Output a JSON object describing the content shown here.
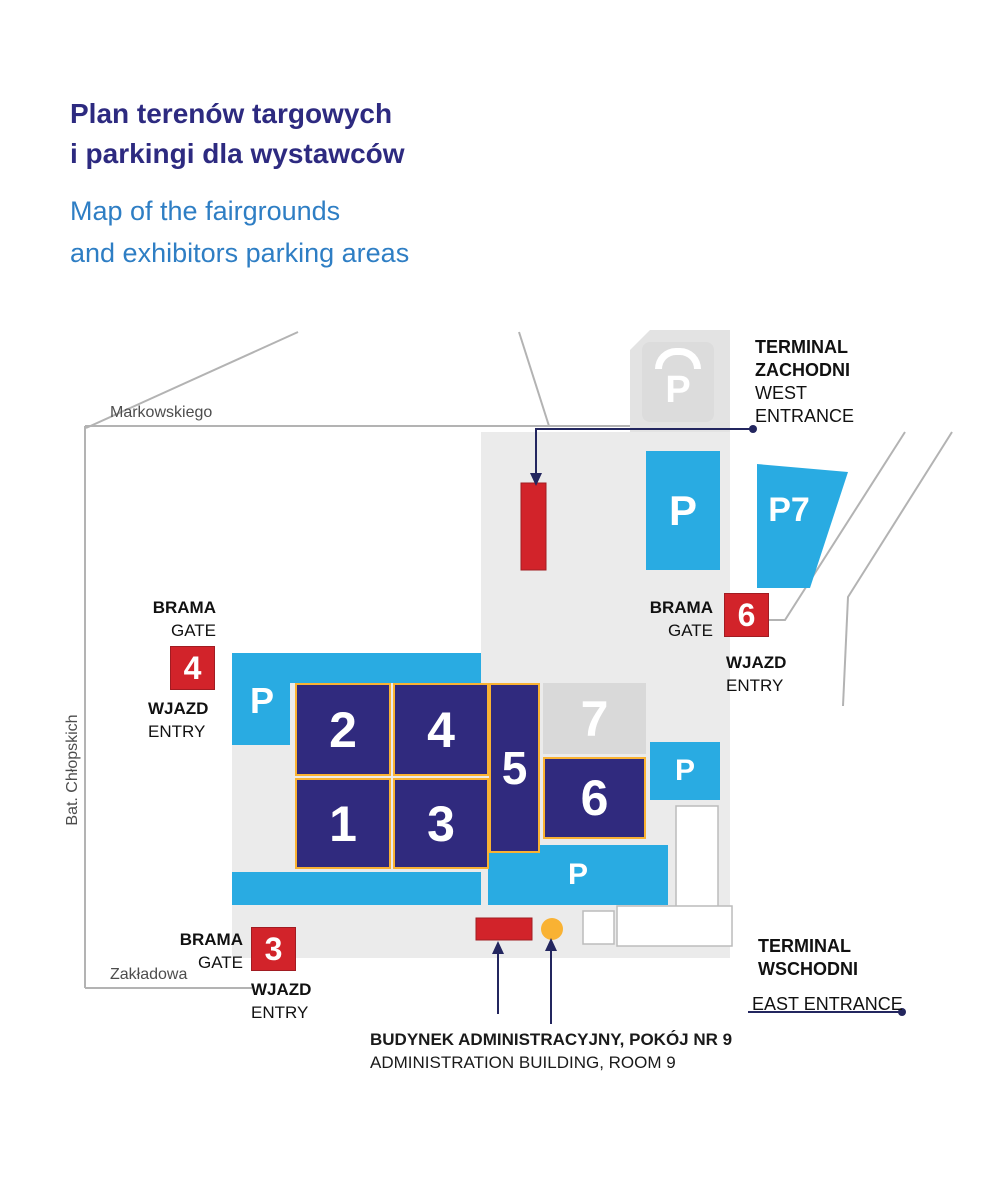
{
  "colors": {
    "navy_title": "#2d2a80",
    "blue_subtitle": "#2e7ec4",
    "hall_navy": "#302a7e",
    "hall_border_yellow": "#f9b233",
    "parking_cyan": "#29abe2",
    "gate_red": "#d2232a",
    "accent_yellow_dot": "#f9b233",
    "map_gray": "#ebebeb"
  },
  "header": {
    "title_lines": [
      "Plan terenów targowych",
      "i parkingi dla wystawców"
    ],
    "subtitle_lines": [
      "Map of the fairgrounds",
      "and exhibitors parking areas"
    ]
  },
  "streets": {
    "markowskiego": "Markowskiego",
    "bat_chlopskich": "Bat. Chłopskich",
    "zakladowa": "Zakładowa"
  },
  "labels": {
    "brama": "BRAMA",
    "gate": "GATE",
    "wjazd": "WJAZD",
    "entry": "ENTRY"
  },
  "gates": {
    "gate3": "3",
    "gate4": "4",
    "gate6": "6"
  },
  "halls": {
    "h1": "1",
    "h2": "2",
    "h3": "3",
    "h4": "4",
    "h5": "5",
    "h6": "6",
    "h7": "7"
  },
  "parking": {
    "p": "P",
    "p7": "P7"
  },
  "terminal_west": {
    "line1": "TERMINAL",
    "line2": "ZACHODNI",
    "line3": "WEST",
    "line4": "ENTRANCE"
  },
  "terminal_east": {
    "line1": "TERMINAL",
    "line2": "WSCHODNI",
    "line3": "EAST ENTRANCE"
  },
  "admin": {
    "line1": "BUDYNEK ADMINISTRACYJNY, POKÓJ NR 9",
    "line2": "ADMINISTRATION BUILDING, ROOM 9"
  }
}
